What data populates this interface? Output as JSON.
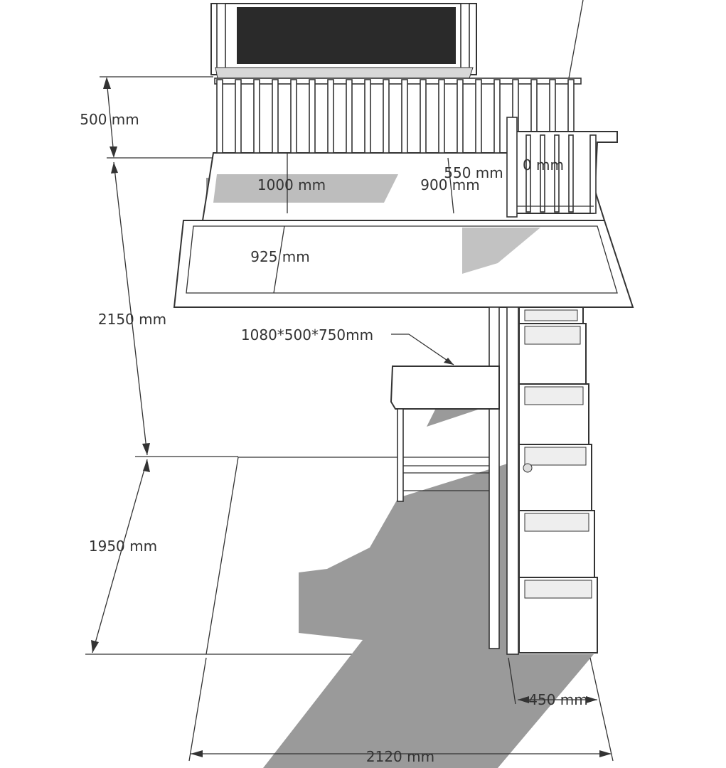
{
  "dimensions": {
    "guard_height": "500 mm",
    "loft_height": "2150 mm",
    "bed_length": "1950 mm",
    "mattress_width": "1000 mm",
    "rail_gap": "550 mm",
    "rail_gap_partial": "0 mm",
    "opening": "900 mm",
    "platform_depth": "925 mm",
    "desk_size": "1080*500*750mm",
    "stair_width": "450 mm",
    "total_width": "2120 mm"
  },
  "colors": {
    "line": "#333333",
    "shadow": "#9a9a9a",
    "mesh": "#2a2a2a"
  }
}
